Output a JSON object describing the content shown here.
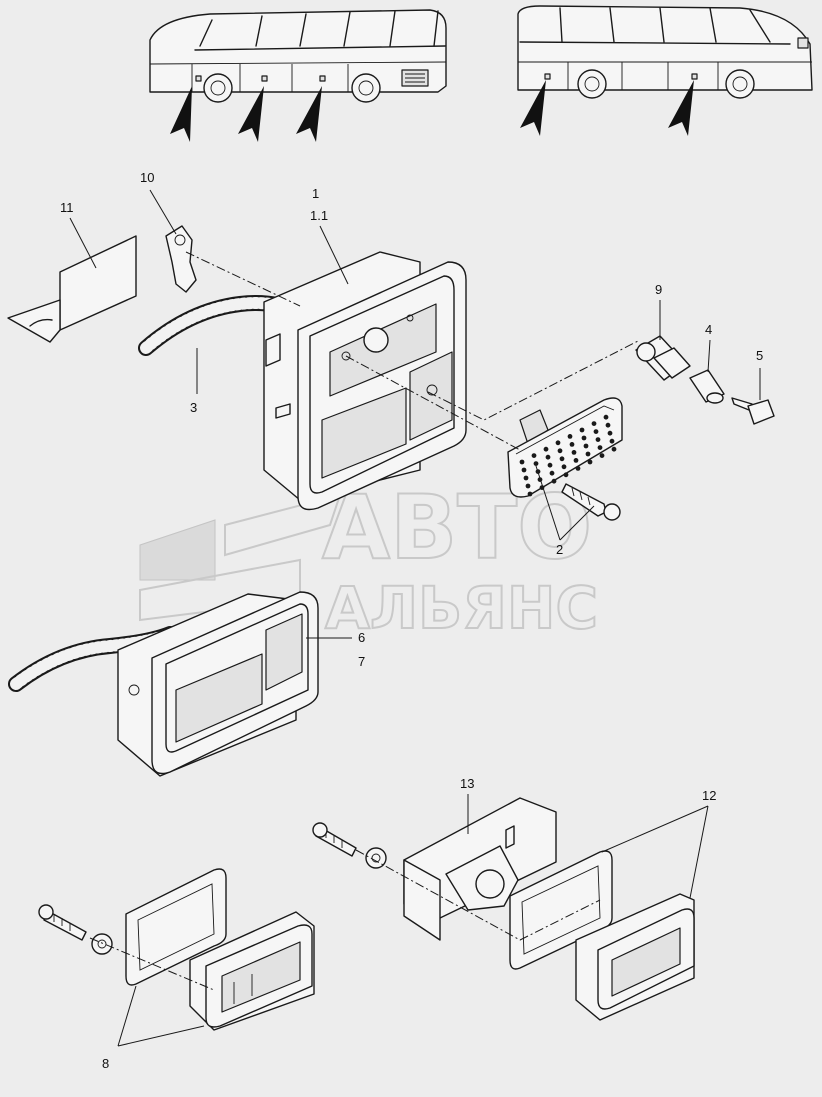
{
  "watermark": {
    "line1": "АВТО",
    "line2": "АЛЬЯНС"
  },
  "callouts": [
    {
      "id": "1",
      "text": "1"
    },
    {
      "id": "1.1",
      "text": "1.1"
    },
    {
      "id": "2",
      "text": "2"
    },
    {
      "id": "3",
      "text": "3"
    },
    {
      "id": "4",
      "text": "4"
    },
    {
      "id": "5",
      "text": "5"
    },
    {
      "id": "6",
      "text": "6"
    },
    {
      "id": "7",
      "text": "7"
    },
    {
      "id": "8",
      "text": "8"
    },
    {
      "id": "9",
      "text": "9"
    },
    {
      "id": "10",
      "text": "10"
    },
    {
      "id": "11",
      "text": "11"
    },
    {
      "id": "12",
      "text": "12"
    },
    {
      "id": "13",
      "text": "13"
    }
  ]
}
